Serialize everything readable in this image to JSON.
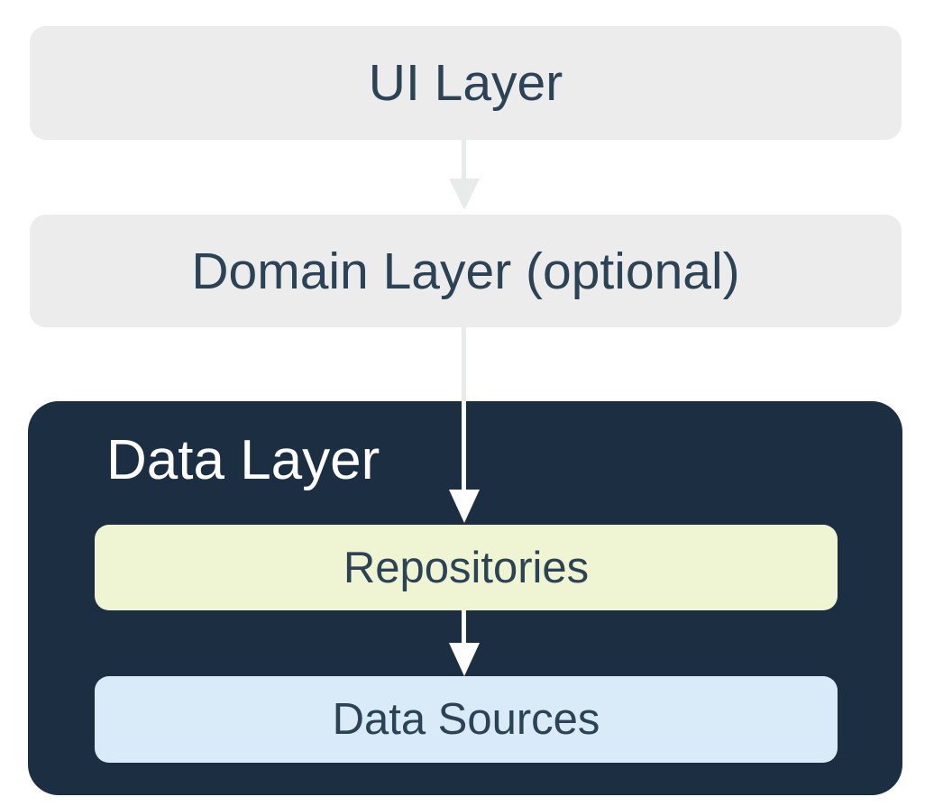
{
  "diagram": {
    "type": "layered-architecture",
    "nodes": {
      "ui_layer": {
        "label": "UI Layer"
      },
      "domain_layer": {
        "label": "Domain Layer (optional)"
      },
      "data_layer": {
        "label": "Data Layer"
      },
      "repositories": {
        "label": "Repositories"
      },
      "data_sources": {
        "label": "Data Sources"
      }
    },
    "edges": [
      {
        "from": "ui_layer",
        "to": "domain_layer"
      },
      {
        "from": "domain_layer",
        "to": "repositories"
      },
      {
        "from": "repositories",
        "to": "data_sources"
      }
    ],
    "containment": {
      "data_layer": [
        "repositories",
        "data_sources"
      ]
    },
    "colors": {
      "gray_box": "#ECECEC",
      "navy": "#1C2F42",
      "yellow": "#EFF5D2",
      "blue": "#D9EAF8",
      "text_slate": "#2C4356",
      "arrow_gray": "#E9EAEA",
      "white": "#FFFFFF"
    }
  }
}
